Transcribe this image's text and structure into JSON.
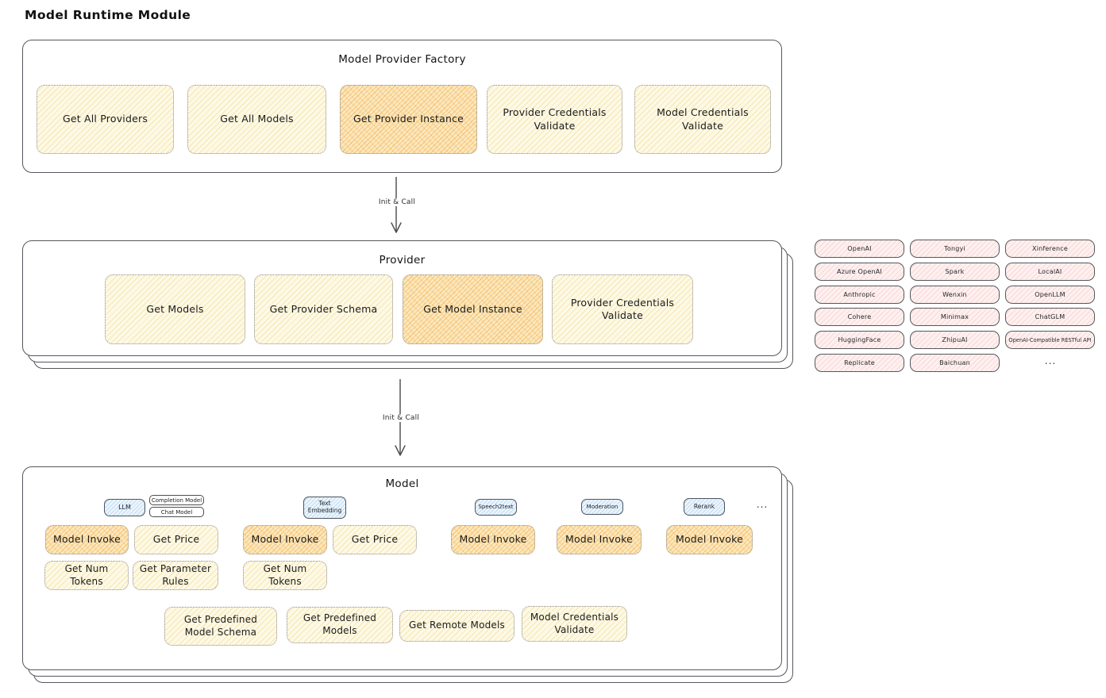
{
  "title": "Model Runtime Module",
  "arrows": {
    "init_call_1": "Init & Call",
    "init_call_2": "Init & Call"
  },
  "factory": {
    "title": "Model Provider Factory",
    "buttons": [
      {
        "label": "Get All Providers",
        "highlight": false
      },
      {
        "label": "Get All Models",
        "highlight": false
      },
      {
        "label": "Get Provider Instance",
        "highlight": true
      },
      {
        "label": "Provider Credentials Validate",
        "highlight": false
      },
      {
        "label": "Model Credentials Validate",
        "highlight": false
      }
    ]
  },
  "provider": {
    "title": "Provider",
    "buttons": [
      {
        "label": "Get Models",
        "highlight": false
      },
      {
        "label": "Get Provider Schema",
        "highlight": false
      },
      {
        "label": "Get Model Instance",
        "highlight": true
      },
      {
        "label": "Provider Credentials Validate",
        "highlight": false
      }
    ]
  },
  "provider_list": {
    "col1": [
      "OpenAI",
      "Azure OpenAI",
      "Anthropic",
      "Cohere",
      "HuggingFace",
      "Replicate"
    ],
    "col2": [
      "Tongyi",
      "Spark",
      "Wenxin",
      "Minimax",
      "ZhipuAI",
      "Baichuan"
    ],
    "col3": [
      "Xinference",
      "LocalAI",
      "OpenLLM",
      "ChatGLM",
      "OpenAI-Compatible RESTful API"
    ],
    "more": "..."
  },
  "model": {
    "title": "Model",
    "tags": {
      "llm": "LLM",
      "completion_model": "Completion Model",
      "chat_model": "Chat Model",
      "text_embedding": "Text Embedding",
      "speech2text": "Speech2text",
      "moderation": "Moderation",
      "rerank": "Rerank",
      "more": "..."
    },
    "llm_buttons": [
      {
        "label": "Model Invoke",
        "highlight": true
      },
      {
        "label": "Get Price",
        "highlight": false
      },
      {
        "label": "Get Num Tokens",
        "highlight": false
      },
      {
        "label": "Get Parameter Rules",
        "highlight": false
      }
    ],
    "text_embedding_buttons": [
      {
        "label": "Model Invoke",
        "highlight": true
      },
      {
        "label": "Get Price",
        "highlight": false
      },
      {
        "label": "Get Num Tokens",
        "highlight": false
      }
    ],
    "speech2text_buttons": [
      {
        "label": "Model Invoke",
        "highlight": true
      }
    ],
    "moderation_buttons": [
      {
        "label": "Model Invoke",
        "highlight": true
      }
    ],
    "rerank_buttons": [
      {
        "label": "Model Invoke",
        "highlight": true
      }
    ],
    "common_buttons": [
      {
        "label": "Get Predefined Model Schema",
        "highlight": false
      },
      {
        "label": "Get Predefined Models",
        "highlight": false
      },
      {
        "label": "Get Remote Models",
        "highlight": false
      },
      {
        "label": "Model Credentials Validate",
        "highlight": false
      }
    ]
  },
  "colors": {
    "yellow_fill": "#fdf9e6",
    "yellow_hatch": "#f0cd6e",
    "orange_fill": "#fbe9bf",
    "orange_hatch": "#f3ac4e",
    "pink_fill": "#fdf1f0",
    "pink_hatch": "#f5aaaa",
    "blue_fill": "#edf5fc",
    "blue_hatch": "#8cbee8",
    "stroke": "#54575c"
  }
}
